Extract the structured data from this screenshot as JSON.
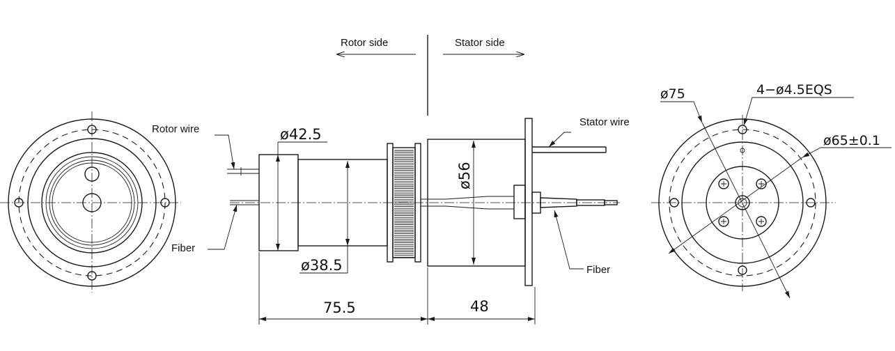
{
  "labels": {
    "rotor_side": "Rotor side",
    "stator_side": "Stator side",
    "rotor_wire": "Rotor wire",
    "stator_wire": "Stator wire",
    "fiber_left": "Fiber",
    "fiber_right": "Fiber"
  },
  "dimensions": {
    "dia_42_5": "ø42.5",
    "dia_38_5": "ø38.5",
    "dia_56": "ø56",
    "len_75_5": "75.5",
    "len_48": "48",
    "dia_75": "ø75",
    "holes": "4−ø4.5EQS",
    "dia_65": "ø65±0.1"
  },
  "colors": {
    "line": "#1a1a1a",
    "background": "#ffffff"
  }
}
